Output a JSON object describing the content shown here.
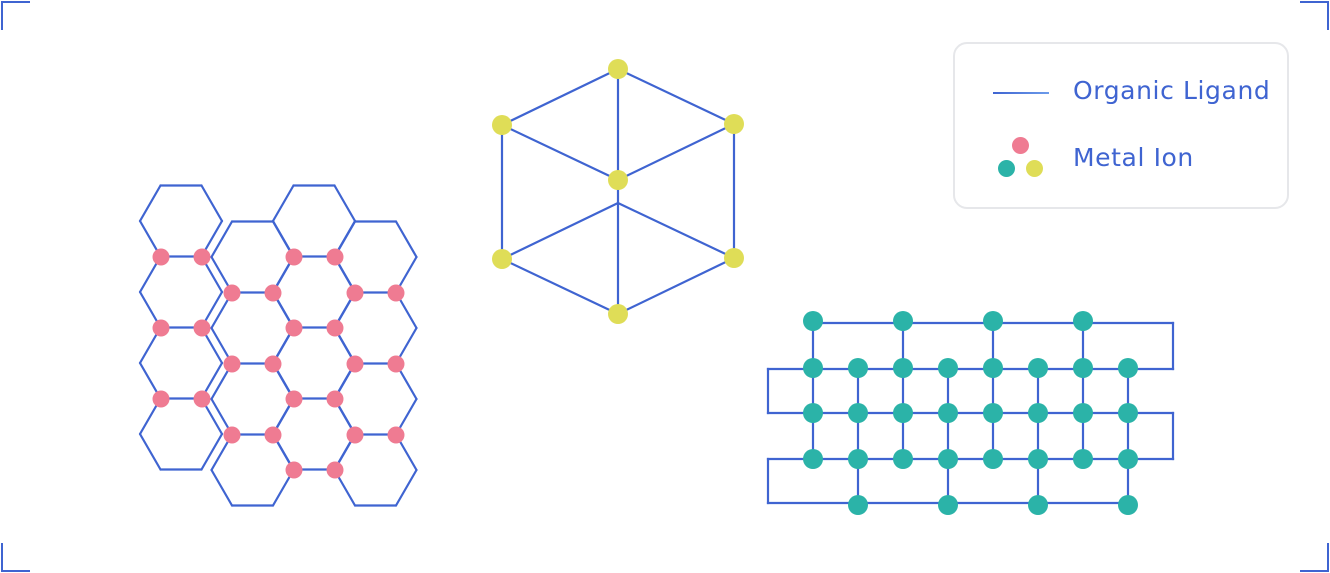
{
  "legend": {
    "ligand_label": "Organic Ligand",
    "metal_label": "Metal Ion"
  },
  "colors": {
    "ligand": "#3f64d1",
    "pink": "#ef7b92",
    "yellow": "#dfdd57",
    "teal": "#2bb3a8",
    "legend_border": "#e6e7ea",
    "corner": "#3f64d1"
  },
  "frameworks": [
    {
      "name": "honeycomb-framework",
      "node_color": "pink"
    },
    {
      "name": "cubic-framework",
      "node_color": "yellow"
    },
    {
      "name": "grid-framework",
      "node_color": "teal"
    }
  ]
}
